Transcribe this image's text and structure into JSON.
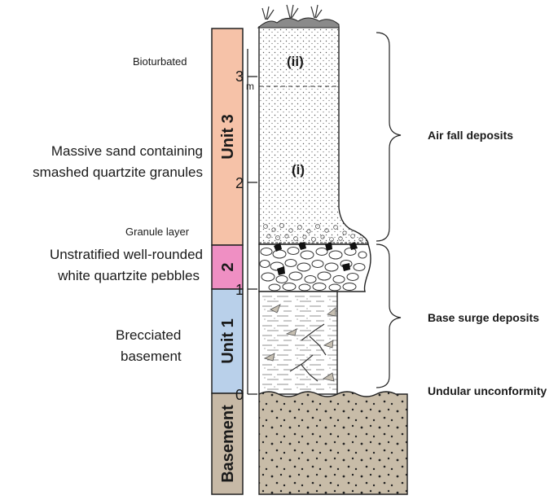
{
  "colors": {
    "unit3": "#f6c2a8",
    "unit2": "#ef8fc3",
    "unit1": "#b9d0ea",
    "basement": "#c7b9a6",
    "basement_fill": "#c8bca8",
    "outline": "#222222"
  },
  "units": [
    {
      "id": "unit3",
      "label": "Unit 3"
    },
    {
      "id": "unit2",
      "label": "2"
    },
    {
      "id": "unit1",
      "label": "Unit 1"
    },
    {
      "id": "basement",
      "label": "Basement"
    }
  ],
  "scale": {
    "ticks": [
      "0",
      "1",
      "2",
      "3"
    ],
    "unit": "m"
  },
  "left_labels": {
    "bioturbated": "Bioturbated",
    "massive_sand_1": "Massive sand containing",
    "massive_sand_2": "smashed quartzite granules",
    "granule_layer": "Granule layer",
    "unstratified_1": "Unstratified well-rounded",
    "unstratified_2": "white quartzite pebbles",
    "brecciated_1": "Brecciated",
    "brecciated_2": "basement"
  },
  "column_labels": {
    "sub_ii": "(ii)",
    "sub_i": "(i)"
  },
  "right_labels": {
    "air_fall": "Air fall deposits",
    "base_surge": "Base surge deposits",
    "unconformity": "Undular unconformity"
  }
}
